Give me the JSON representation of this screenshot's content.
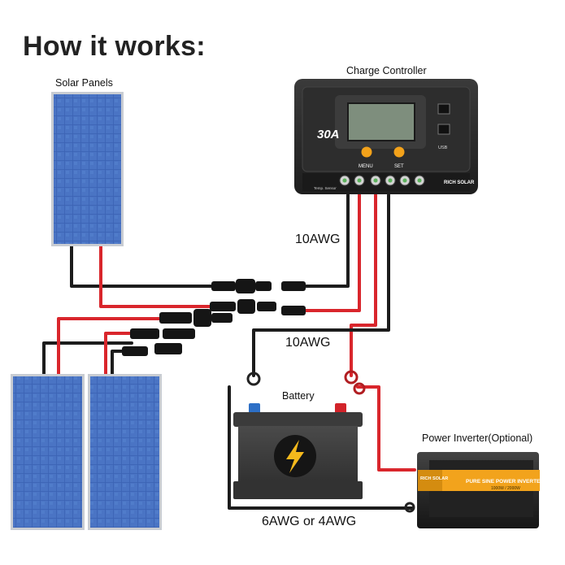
{
  "title": "How it works:",
  "labels": {
    "solar_panels": "Solar Panels",
    "charge_controller": "Charge Controller",
    "battery": "Battery",
    "inverter": "Power Inverter(Optional)"
  },
  "wires": {
    "wire_1": "10AWG",
    "wire_2": "10AWG",
    "wire_3": "6AWG or 4AWG"
  },
  "controller": {
    "rating": "30A",
    "menu": "MENU",
    "set": "SET",
    "usb": "USB",
    "brand": "RICH SOLAR",
    "temp_sensor": "Temp. Sensor"
  },
  "inverter": {
    "brand": "RICH SOLAR",
    "model_line": "PURE SINE POWER INVERTER",
    "rating": "1000W / 2000W"
  },
  "colors": {
    "positive_wire": "#d9262c",
    "negative_wire": "#1c1c1c",
    "panel_cell": "#3a5fb0",
    "controller_body": "#2b2b2b",
    "button": "#f3a21a"
  }
}
